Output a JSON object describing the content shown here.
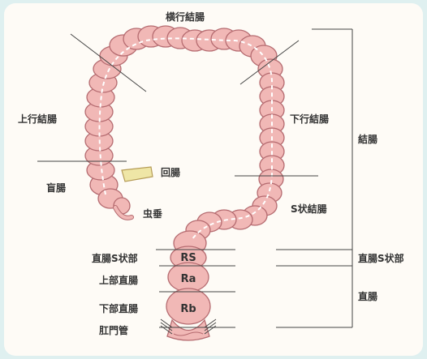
{
  "labels": {
    "transverse_colon": "横行結腸",
    "ascending_colon": "上行結腸",
    "descending_colon": "下行結腸",
    "cecum": "盲腸",
    "ileum": "回腸",
    "appendix": "虫垂",
    "sigmoid_colon": "S状結腸",
    "rectosigmoid": "直腸S状部",
    "upper_rectum": "上部直腸",
    "lower_rectum": "下部直腸",
    "anal_canal": "肛門管"
  },
  "segments": {
    "rs": "RS",
    "ra": "Ra",
    "rb": "Rb"
  },
  "brackets": {
    "colon": "結腸",
    "rectosigmoid": "直腸S状部",
    "rectum": "直腸"
  },
  "colors": {
    "background": "#dff0f0",
    "panel": "#fefbf6",
    "intestine_fill": "#f1b8b6",
    "intestine_outline": "#b56b70",
    "appendix_ileum_fill": "#efe6a6",
    "line": "#444444"
  }
}
